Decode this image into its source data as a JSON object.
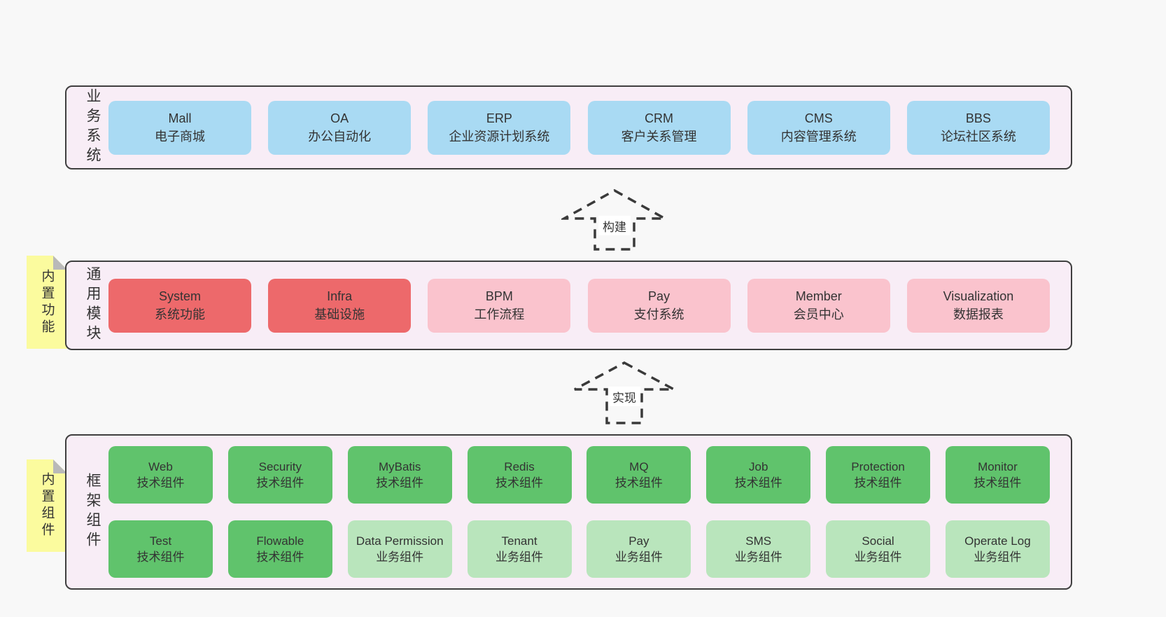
{
  "colors": {
    "page_bg": "#f8f8f8",
    "layer_bg": "#f8edf6",
    "layer_border": "#3f3f3f",
    "blue": "#a9daf3",
    "red": "#ed696b",
    "pink": "#fac3cd",
    "green": "#60c36c",
    "green_light": "#b9e5bc",
    "note_yellow": "#fbfb9e",
    "note_fold_gray": "#b9b9b9",
    "text": "#333333"
  },
  "diagram": {
    "layers": [
      {
        "id": "business-systems",
        "side_label": "业务系统",
        "note": null,
        "rows": [
          [
            {
              "name": "Mall",
              "subtitle": "电子商城",
              "variant": "blue"
            },
            {
              "name": "OA",
              "subtitle": "办公自动化",
              "variant": "blue"
            },
            {
              "name": "ERP",
              "subtitle": "企业资源计划系统",
              "variant": "blue"
            },
            {
              "name": "CRM",
              "subtitle": "客户关系管理",
              "variant": "blue"
            },
            {
              "name": "CMS",
              "subtitle": "内容管理系统",
              "variant": "blue"
            },
            {
              "name": "BBS",
              "subtitle": "论坛社区系统",
              "variant": "blue"
            }
          ]
        ]
      },
      {
        "id": "common-modules",
        "side_label": "通用模块",
        "note": "内置功能",
        "rows": [
          [
            {
              "name": "System",
              "subtitle": "系统功能",
              "variant": "red"
            },
            {
              "name": "Infra",
              "subtitle": "基础设施",
              "variant": "red"
            },
            {
              "name": "BPM",
              "subtitle": "工作流程",
              "variant": "pink"
            },
            {
              "name": "Pay",
              "subtitle": "支付系统",
              "variant": "pink"
            },
            {
              "name": "Member",
              "subtitle": "会员中心",
              "variant": "pink"
            },
            {
              "name": "Visualization",
              "subtitle": "数据报表",
              "variant": "pink"
            }
          ]
        ]
      },
      {
        "id": "framework-components",
        "side_label": "框架组件",
        "note": "内置组件",
        "rows": [
          [
            {
              "name": "Web",
              "subtitle": "技术组件",
              "variant": "green"
            },
            {
              "name": "Security",
              "subtitle": "技术组件",
              "variant": "green"
            },
            {
              "name": "MyBatis",
              "subtitle": "技术组件",
              "variant": "green"
            },
            {
              "name": "Redis",
              "subtitle": "技术组件",
              "variant": "green"
            },
            {
              "name": "MQ",
              "subtitle": "技术组件",
              "variant": "green"
            },
            {
              "name": "Job",
              "subtitle": "技术组件",
              "variant": "green"
            },
            {
              "name": "Protection",
              "subtitle": "技术组件",
              "variant": "green"
            },
            {
              "name": "Monitor",
              "subtitle": "技术组件",
              "variant": "green"
            }
          ],
          [
            {
              "name": "Test",
              "subtitle": "技术组件",
              "variant": "green"
            },
            {
              "name": "Flowable",
              "subtitle": "技术组件",
              "variant": "green"
            },
            {
              "name": "Data Permission",
              "subtitle": "业务组件",
              "variant": "green-light"
            },
            {
              "name": "Tenant",
              "subtitle": "业务组件",
              "variant": "green-light"
            },
            {
              "name": "Pay",
              "subtitle": "业务组件",
              "variant": "green-light"
            },
            {
              "name": "SMS",
              "subtitle": "业务组件",
              "variant": "green-light"
            },
            {
              "name": "Social",
              "subtitle": "业务组件",
              "variant": "green-light"
            },
            {
              "name": "Operate Log",
              "subtitle": "业务组件",
              "variant": "green-light"
            }
          ]
        ]
      }
    ],
    "arrows": [
      {
        "id": "build",
        "label": "构建"
      },
      {
        "id": "implement",
        "label": "实现"
      }
    ]
  }
}
